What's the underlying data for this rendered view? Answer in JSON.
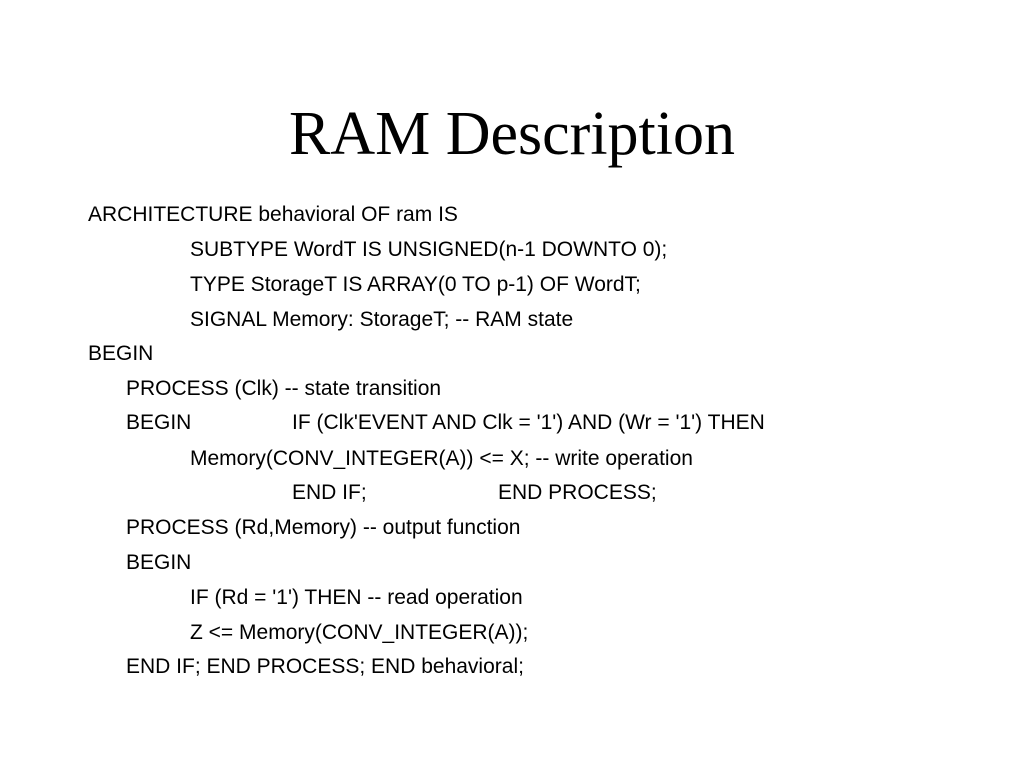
{
  "slide": {
    "title": "RAM Description",
    "lines": {
      "l1": "ARCHITECTURE behavioral OF ram IS",
      "l2": "SUBTYPE WordT IS UNSIGNED(n-1 DOWNTO 0);",
      "l3": "TYPE StorageT IS ARRAY(0 TO p-1) OF WordT;",
      "l4": "SIGNAL Memory: StorageT; -- RAM state",
      "l5": "BEGIN",
      "l6": "PROCESS (Clk) -- state transition",
      "l7a": "BEGIN",
      "l7b": "IF (Clk'EVENT AND Clk = '1') AND (Wr = '1') THEN",
      "l8": "Memory(CONV_INTEGER(A)) <= X; -- write operation",
      "l9a": "END IF;",
      "l9b": "END PROCESS;",
      "l10": "PROCESS (Rd,Memory) -- output function",
      "l11": "BEGIN",
      "l12": "IF (Rd = '1') THEN -- read operation",
      "l13": "Z <= Memory(CONV_INTEGER(A));",
      "l14": "END IF; END PROCESS; END behavioral;"
    }
  }
}
